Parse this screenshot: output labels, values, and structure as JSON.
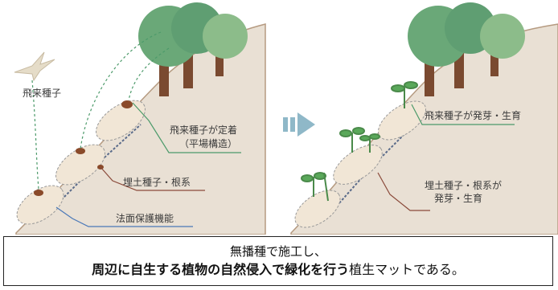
{
  "left_panel": {
    "labels": {
      "flying_seeds": "飛来種子",
      "settled": "飛来種子が定着",
      "flat_structure": "（平場構造）",
      "buried": "埋土種子・根系",
      "slope_protection": "法面保護機能"
    }
  },
  "right_panel": {
    "labels": {
      "germination": "飛来種子が発芽・生育",
      "buried_line1": "埋土種子・根系が",
      "buried_line2": "発芽・生育"
    }
  },
  "caption": {
    "line1": "無播種で施工し、",
    "line2_bold": "周辺に自生する植物の自然侵入で緑化を行う",
    "line2_rest": "植生マットである。"
  },
  "colors": {
    "soil": "#e9e0d4",
    "slope_outline": "#b59a80",
    "leader_green": "#4c9a6a",
    "leader_brown": "#8a4a3a",
    "leader_blue": "#4a78b8",
    "tree_green": "#6aa878",
    "trunk": "#7a4a30",
    "arrow": "#8fb8c8"
  }
}
